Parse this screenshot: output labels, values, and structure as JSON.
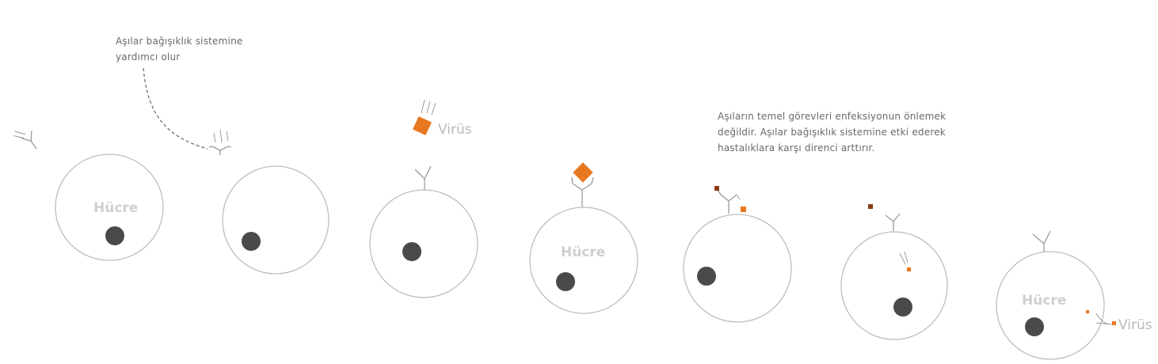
{
  "annotations": {
    "top_note": "Aşılar bağışıklık sistemine yardımcı olur",
    "top_note_line1": "Aşılar bağışıklık sistemine",
    "top_note_line2": "yardımcı olur",
    "right_note_line1": "Aşıların temel görevleri enfeksiyonun önlemek",
    "right_note_line2": "değildir. Aşılar bağışıklık sistemine etki ederek",
    "right_note_line3": "hastalıklara karşı direnci arttırır."
  },
  "labels": {
    "cell": "Hücre",
    "virus": "Virüs"
  },
  "colors": {
    "cell_outline": "#bdbdbd",
    "nucleus": "#4a4a4c",
    "virus": "#e87722",
    "virus_dark": "#8b3a1a",
    "antibody": "#9a9a9a",
    "text": "#6a6a6a"
  },
  "stages": [
    {
      "id": 1,
      "cell_label_shown": true
    },
    {
      "id": 2,
      "cell_label_shown": false
    },
    {
      "id": 3,
      "cell_label_shown": false,
      "virus_label_shown": true
    },
    {
      "id": 4,
      "cell_label_shown": true
    },
    {
      "id": 5,
      "cell_label_shown": false
    },
    {
      "id": 6,
      "cell_label_shown": false
    },
    {
      "id": 7,
      "cell_label_shown": true,
      "virus_label_shown": true
    }
  ]
}
